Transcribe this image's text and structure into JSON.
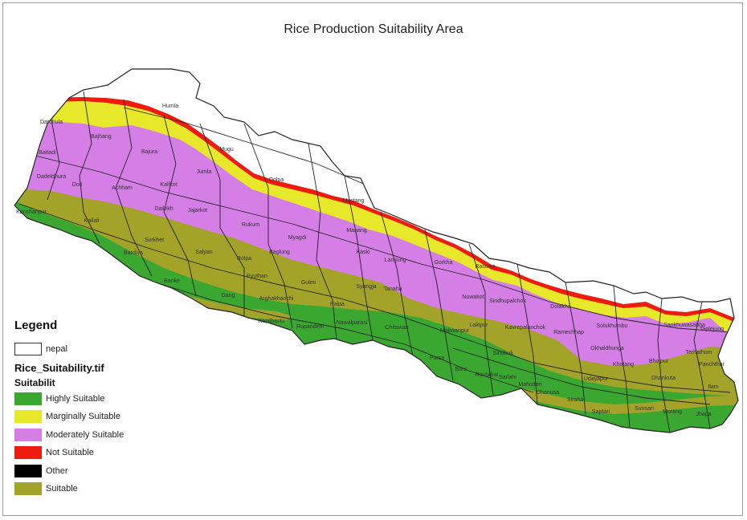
{
  "map": {
    "title": "Rice Production Suitability Area",
    "colors": {
      "highly_suitable": "#3aa830",
      "marginally_suitable": "#e8e82a",
      "moderately_suitable": "#d47ee6",
      "not_suitable": "#ee1c10",
      "other": "#000000",
      "suitable": "#a3a32a",
      "boundary": "#222222",
      "background": "#ffffff"
    },
    "districts": [
      {
        "name": "Darchula"
      },
      {
        "name": "Bajhang"
      },
      {
        "name": "Humla"
      },
      {
        "name": "Baitadi"
      },
      {
        "name": "Bajura"
      },
      {
        "name": "Mugu"
      },
      {
        "name": "Dadeldhura"
      },
      {
        "name": "Doti"
      },
      {
        "name": "Achham"
      },
      {
        "name": "Kalikot"
      },
      {
        "name": "Jumla"
      },
      {
        "name": "Dolpa"
      },
      {
        "name": "Kanchanpur"
      },
      {
        "name": "Kailali"
      },
      {
        "name": "Dailekh"
      },
      {
        "name": "Jajarkot"
      },
      {
        "name": "Mustang"
      },
      {
        "name": "Rukum"
      },
      {
        "name": "Surkhet"
      },
      {
        "name": "Manang"
      },
      {
        "name": "Bardiya"
      },
      {
        "name": "Salyan"
      },
      {
        "name": "Myagdi"
      },
      {
        "name": "Rolpa"
      },
      {
        "name": "Baglung"
      },
      {
        "name": "Kaski"
      },
      {
        "name": "Lamjung"
      },
      {
        "name": "Gorkha"
      },
      {
        "name": "Rasuwa"
      },
      {
        "name": "Banke"
      },
      {
        "name": "Pyuthan"
      },
      {
        "name": "Gulmi"
      },
      {
        "name": "Syangja"
      },
      {
        "name": "Tanahu"
      },
      {
        "name": "Dang"
      },
      {
        "name": "Arghakhanchi"
      },
      {
        "name": "Palpa"
      },
      {
        "name": "Nuwakot"
      },
      {
        "name": "Sindhupalchok"
      },
      {
        "name": "Dolakha"
      },
      {
        "name": "Solukhumbu"
      },
      {
        "name": "Sankhuwasabha"
      },
      {
        "name": "Taplejung"
      },
      {
        "name": "Kapilbastu"
      },
      {
        "name": "Rupandehi"
      },
      {
        "name": "Nawalparasi"
      },
      {
        "name": "Chitawan"
      },
      {
        "name": "Makwanpur"
      },
      {
        "name": "Lalitpur"
      },
      {
        "name": "Kavrepalanchok"
      },
      {
        "name": "Ramechhap"
      },
      {
        "name": "Okhaldhunga"
      },
      {
        "name": "Khotang"
      },
      {
        "name": "Bhojpur"
      },
      {
        "name": "Terhathum"
      },
      {
        "name": "Panchthar"
      },
      {
        "name": "Sindhuli"
      },
      {
        "name": "Udayapur"
      },
      {
        "name": "Dhankuta"
      },
      {
        "name": "Ilam"
      },
      {
        "name": "Parsa"
      },
      {
        "name": "Bara"
      },
      {
        "name": "Rautahat"
      },
      {
        "name": "Sarlahi"
      },
      {
        "name": "Mahottari"
      },
      {
        "name": "Dhanusa"
      },
      {
        "name": "Siraha"
      },
      {
        "name": "Saptari"
      },
      {
        "name": "Sunsari"
      },
      {
        "name": "Morang"
      },
      {
        "name": "Jhapa"
      }
    ]
  },
  "legend": {
    "title": "Legend",
    "boundary_label": "nepal",
    "layer_name": "Rice_Suitability.tif",
    "field_name": "Suitabilit",
    "classes": [
      {
        "label": "Highly Suitable",
        "color": "#3aa830"
      },
      {
        "label": "Marginally Suitable",
        "color": "#e8e82a"
      },
      {
        "label": "Moderately Suitable",
        "color": "#d47ee6"
      },
      {
        "label": "Not Suitable",
        "color": "#ee1c10"
      },
      {
        "label": "Other",
        "color": "#000000"
      },
      {
        "label": "Suitable",
        "color": "#a3a32a"
      }
    ]
  }
}
